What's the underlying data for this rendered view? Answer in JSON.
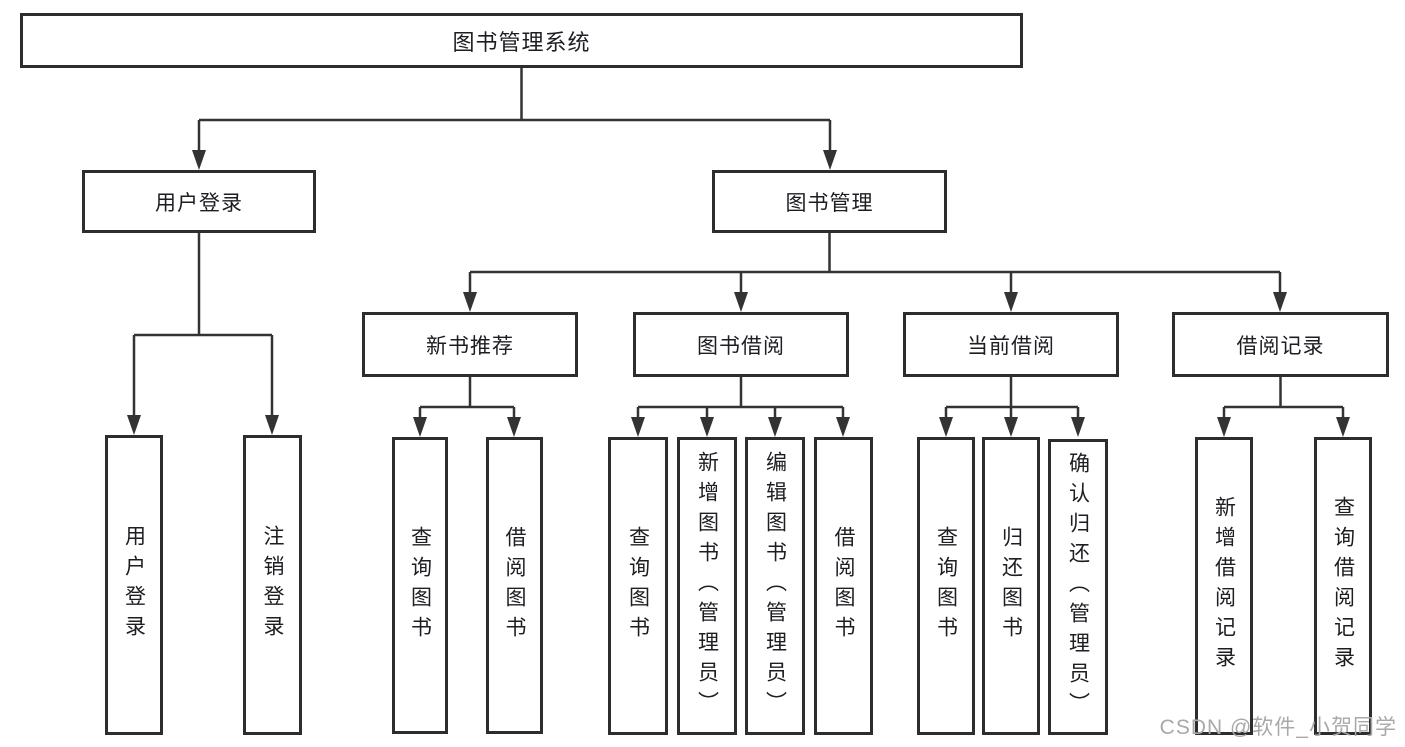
{
  "title": {
    "label": "图书管理系统"
  },
  "user_login": {
    "label": "用户登录",
    "children": [
      {
        "label": "用户登录"
      },
      {
        "label": "注销登录"
      }
    ]
  },
  "book_mgmt": {
    "label": "图书管理",
    "groups": [
      {
        "label": "新书推荐",
        "children": [
          {
            "label": "查询图书"
          },
          {
            "label": "借阅图书"
          }
        ]
      },
      {
        "label": "图书借阅",
        "children": [
          {
            "label": "查询图书"
          },
          {
            "label": "新增图书（管理员）"
          },
          {
            "label": "编辑图书（管理员）"
          },
          {
            "label": "借阅图书"
          }
        ]
      },
      {
        "label": "当前借阅",
        "children": [
          {
            "label": "查询图书"
          },
          {
            "label": "归还图书"
          },
          {
            "label": "确认归还（管理员）"
          }
        ]
      },
      {
        "label": "借阅记录",
        "children": [
          {
            "label": "新增借阅记录"
          },
          {
            "label": "查询借阅记录"
          }
        ]
      }
    ]
  },
  "watermark": "CSDN @软件_小贺同学",
  "colors": {
    "line": "#333333",
    "text": "#1d1d22",
    "watermark": "#a9a9a9",
    "background": "#ffffff"
  }
}
